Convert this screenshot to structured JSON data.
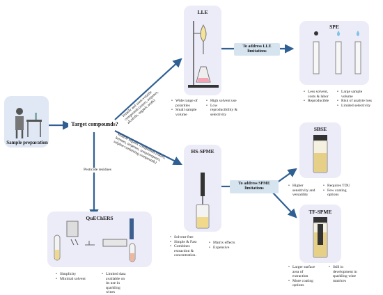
{
  "sample_prep": {
    "label": "Sample preparation"
  },
  "target": {
    "label": "Target compounds?"
  },
  "branches": {
    "upper": [
      "Volatile and semi-volatile",
      "compounds (esters, terpenes,",
      "alcohols, organic acids)"
    ],
    "middle": [
      "Volatile organic compounds (esters,",
      "ketones, terpenes, sesquiterpenes,",
      "sulphur-containing compounds)"
    ],
    "lower": "Pesticide residues"
  },
  "lle": {
    "title": "LLE",
    "pros": [
      "Wide range of",
      "polarities",
      "Small sample",
      "volume"
    ],
    "cons": [
      "High solvent use",
      "Low",
      "reproducibility &",
      "selectivity"
    ]
  },
  "to_lle": [
    "To address LLE",
    "limitations"
  ],
  "spe": {
    "title": "SPE",
    "pros": [
      "Less solvent,",
      "costs & labor",
      "Reproducible"
    ],
    "cons": [
      "Large sample",
      "volume",
      "Risk of analyte loss",
      "Limited selectivity"
    ]
  },
  "hs_spme": {
    "title": "HS-SPME",
    "pros": [
      "Solvent-free",
      "Simple & Fast",
      "Combines",
      "extraction &",
      "concentration."
    ],
    "cons": [
      "Matrix effects",
      "Expensive"
    ]
  },
  "to_spme": [
    "To address SPME",
    "limitations"
  ],
  "sbse": {
    "title": "SBSE",
    "pros": [
      "Higher",
      "sensitivity and",
      "versatility"
    ],
    "cons": [
      "Requires TDU",
      "Few coating",
      "options"
    ]
  },
  "tf_spme": {
    "title": "TF-SPME",
    "pros": [
      "Larger surface",
      "area of",
      "extraction",
      "More coating",
      "options"
    ],
    "cons": [
      "Still in",
      "development in",
      "sparkling wine",
      "matrices"
    ]
  },
  "quechers": {
    "title": "QuEChERS",
    "pros": [
      "Simplicity",
      "Minimal solvent"
    ],
    "cons": [
      "Limited data",
      "available on",
      "its use in",
      "sparkling",
      "wines"
    ]
  },
  "colors": {
    "panel": "#ecebf8",
    "sample_panel": "#dfe8f4",
    "arrow": "#2f5f93",
    "pill": "#d6e4f0"
  }
}
